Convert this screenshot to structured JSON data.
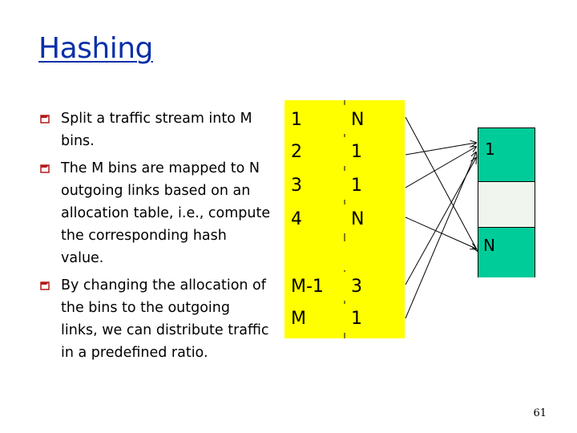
{
  "slide": {
    "title": "Hashing",
    "page_number": "61"
  },
  "bullets": [
    {
      "text": "Split a traffic stream into M bins."
    },
    {
      "text": "The M bins are mapped to N outgoing links based on an allocation table, i.e., compute the corresponding hash value."
    },
    {
      "text": "By changing the allocation of the bins to the outgoing links, we can distribute traffic in a predefined ratio."
    }
  ],
  "allocation_table": {
    "rows": [
      {
        "bin": "1",
        "link": "N"
      },
      {
        "bin": "2",
        "link": "1"
      },
      {
        "bin": "3",
        "link": "1"
      },
      {
        "bin": "4",
        "link": "N"
      },
      {
        "bin": "",
        "link": ""
      },
      {
        "bin": "M-1",
        "link": "3"
      },
      {
        "bin": "M",
        "link": "1"
      }
    ]
  },
  "links": {
    "top_label": "1",
    "bottom_label": "N"
  },
  "colors": {
    "title": "#0a2fa8",
    "bullet": "#b31b1b",
    "table_fill": "#ffff00",
    "link_fill": "#00cc99",
    "middle_fill": "#f0f6ee"
  }
}
